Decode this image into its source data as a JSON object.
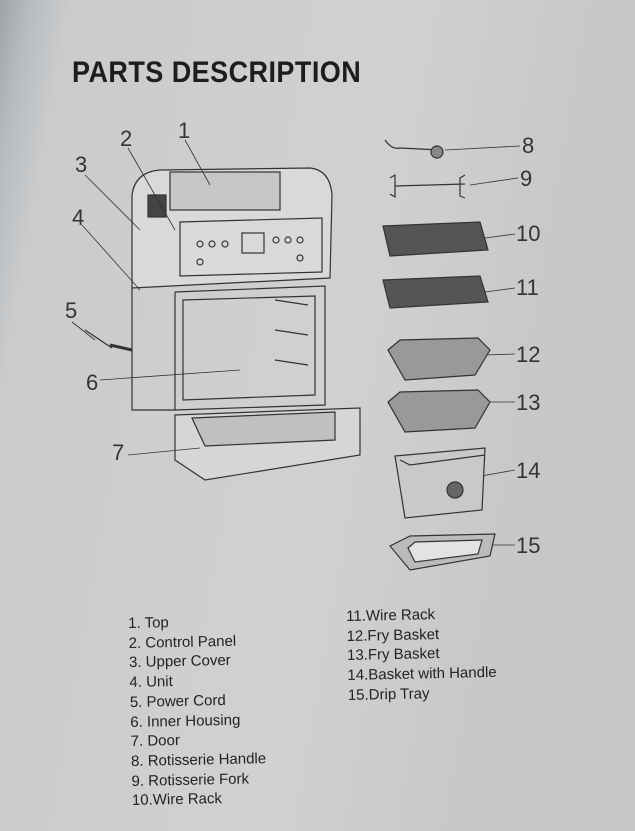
{
  "title": "PARTS DESCRIPTION",
  "callouts": [
    "1",
    "2",
    "3",
    "4",
    "5",
    "6",
    "7",
    "8",
    "9",
    "10",
    "11",
    "12",
    "13",
    "14",
    "15"
  ],
  "parts_left": [
    "1. Top",
    "2. Control Panel",
    "3. Upper Cover",
    "4. Unit",
    "5. Power Cord",
    "6. Inner Housing",
    "7. Door",
    "8. Rotisserie Handle",
    "9. Rotisserie Fork",
    "10.Wire Rack"
  ],
  "parts_right": [
    "11.Wire Rack",
    "12.Fry Basket",
    "13.Fry Basket",
    "14.Basket with Handle",
    "15.Drip Tray"
  ]
}
